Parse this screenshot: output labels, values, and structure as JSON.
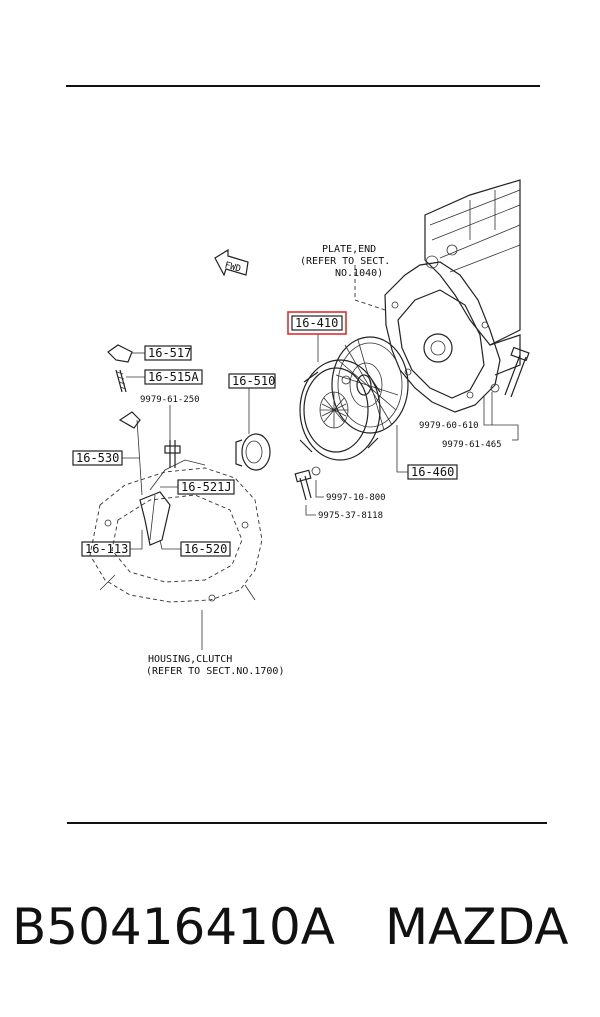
{
  "diagram": {
    "part_boxes": {
      "p16_517": "16-517",
      "p16_515a": "16-515A",
      "p16_510": "16-510",
      "p16_410": "16-410",
      "p16_530": "16-530",
      "p16_521j": "16-521J",
      "p16_113": "16-113",
      "p16_520": "16-520",
      "p16_460": "16-460"
    },
    "part_numbers": {
      "n9979_61_250": "9979-61-250",
      "n9979_60_610": "9979-60-610",
      "n9979_61_465": "9979-61-465",
      "n9997_10_800": "9997-10-800",
      "n9975_37_8118": "9975-37-8118"
    },
    "plate_end": {
      "line1": "PLATE,END",
      "line2": "(REFER TO SECT.",
      "line3": "NO.1040)"
    },
    "housing_clutch": {
      "line1": "HOUSING,CLUTCH",
      "line2": "(REFER TO SECT.NO.1700)"
    },
    "fwd_label": "FWD",
    "highlight_color": "#e03030"
  },
  "footer": {
    "part_number": "B50416410A",
    "brand": "MAZDA"
  }
}
